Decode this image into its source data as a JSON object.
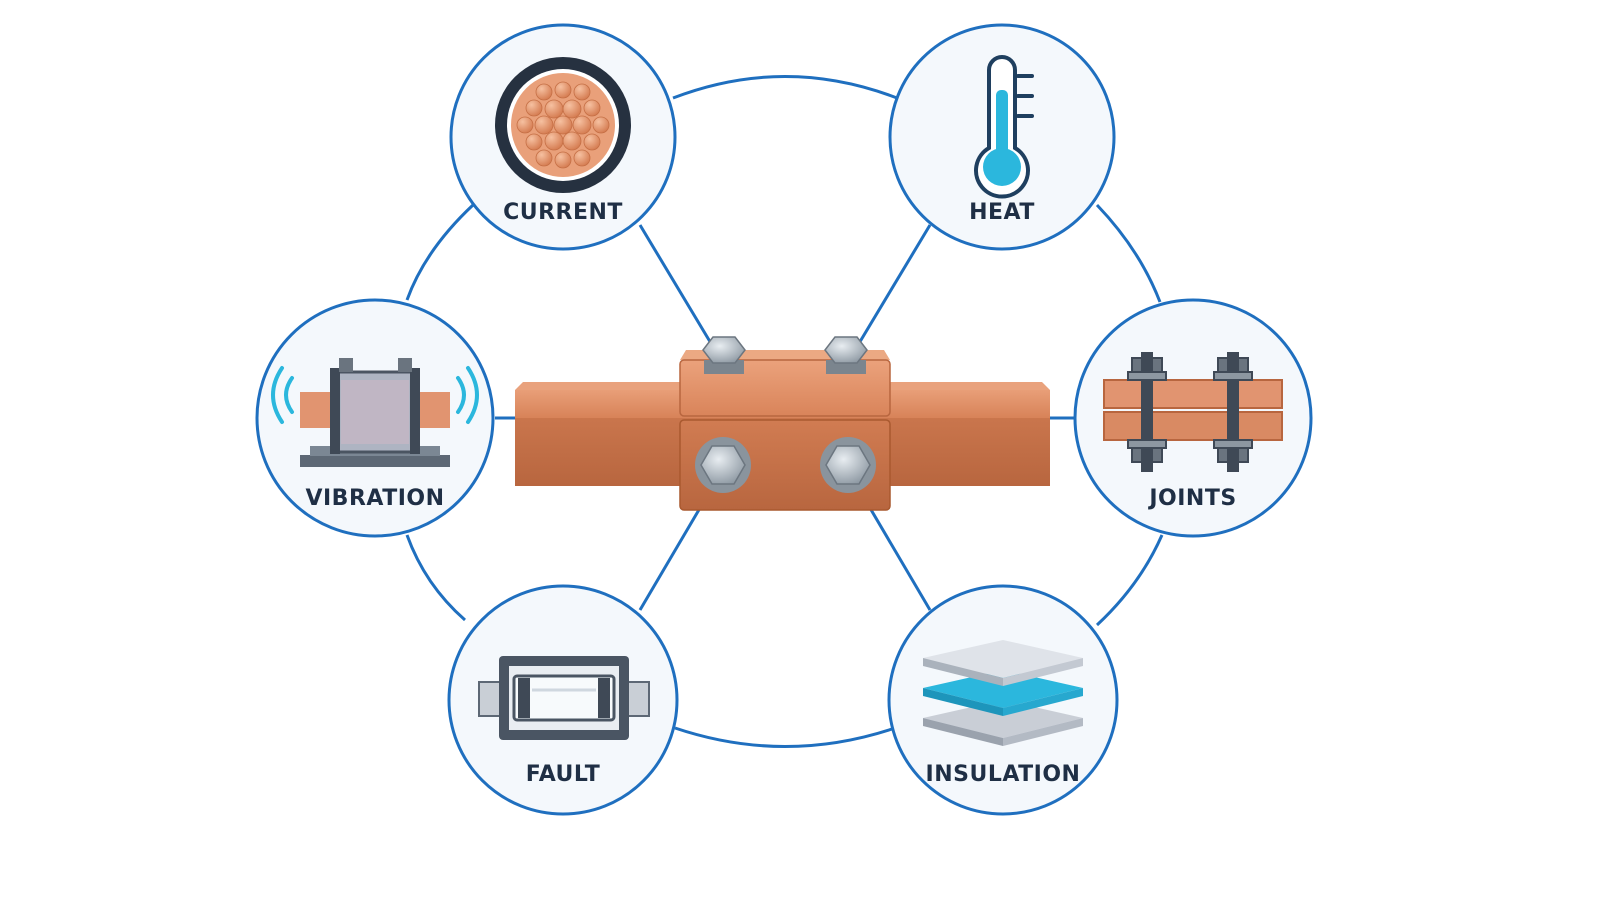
{
  "diagram": {
    "colors": {
      "ring": "#1f6fbf",
      "node_fill": "#f4f8fc",
      "label": "#1f2f45",
      "copper": "#d9845a",
      "steel": "#a9b3bd",
      "accent": "#2bb7dd"
    },
    "center": {
      "icon": "copper-busbar-clamp-icon"
    },
    "nodes": [
      {
        "key": "current",
        "label": "CURRENT",
        "icon": "stranded-conductor-icon"
      },
      {
        "key": "heat",
        "label": "HEAT",
        "icon": "thermometer-icon"
      },
      {
        "key": "vibration",
        "label": "VIBRATION",
        "icon": "vibration-icon"
      },
      {
        "key": "joints",
        "label": "JOINTS",
        "icon": "bolted-joint-icon"
      },
      {
        "key": "fault",
        "label": "FAULT",
        "icon": "fuse-icon"
      },
      {
        "key": "insulation",
        "label": "INSULATION",
        "icon": "insulation-layers-icon"
      }
    ]
  }
}
